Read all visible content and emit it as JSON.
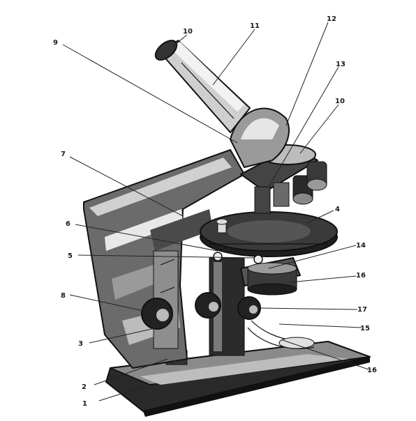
{
  "diagram": {
    "labels": [
      {
        "id": "l1",
        "text": "1"
      },
      {
        "id": "l2",
        "text": "2"
      },
      {
        "id": "l3",
        "text": "3"
      },
      {
        "id": "l4",
        "text": "4"
      },
      {
        "id": "l5",
        "text": "5"
      },
      {
        "id": "l6",
        "text": "6"
      },
      {
        "id": "l7",
        "text": "7"
      },
      {
        "id": "l8",
        "text": "8"
      },
      {
        "id": "l9",
        "text": "9"
      },
      {
        "id": "l10a",
        "text": "10"
      },
      {
        "id": "l10b",
        "text": "10"
      },
      {
        "id": "l11",
        "text": "11"
      },
      {
        "id": "l12",
        "text": "12"
      },
      {
        "id": "l13",
        "text": "13"
      },
      {
        "id": "l14",
        "text": "14"
      },
      {
        "id": "l15",
        "text": "15"
      },
      {
        "id": "l16a",
        "text": "16"
      },
      {
        "id": "l16b",
        "text": "16"
      },
      {
        "id": "l17",
        "text": "17"
      }
    ]
  }
}
